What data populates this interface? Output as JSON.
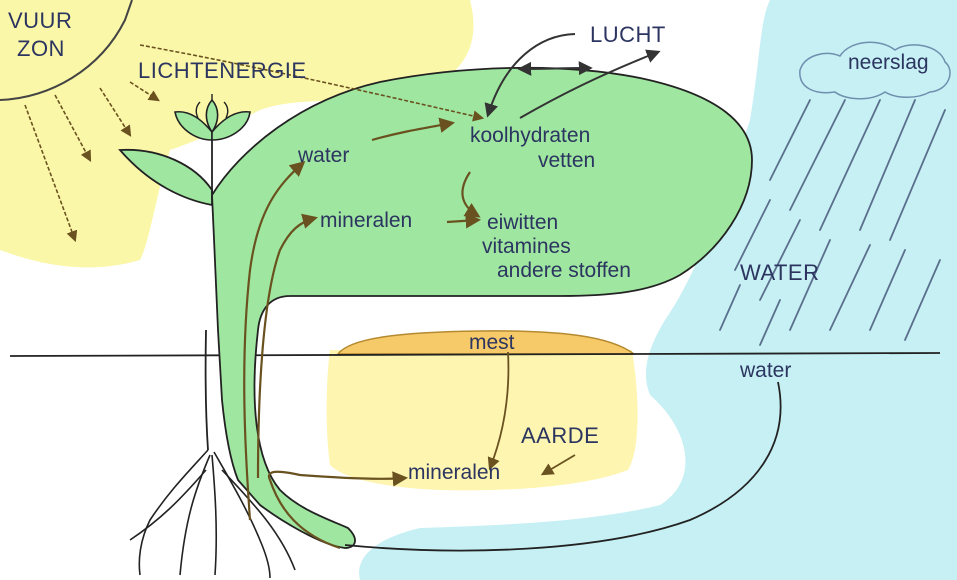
{
  "labels": {
    "vuur": "VUUR",
    "zon": "ZON",
    "lichtenergie": "LICHTENERGIE",
    "lucht": "LUCHT",
    "neerslag": "neerslag",
    "water_leaf": "water",
    "koolhydraten": "koolhydraten",
    "vetten": "vetten",
    "mineralen_leaf": "mineralen",
    "eiwitten": "eiwitten",
    "vitamines": "vitamines",
    "andere_stoffen": "andere stoffen",
    "water_big": "WATER",
    "mest": "mest",
    "water_ground": "water",
    "aarde": "AARDE",
    "mineralen_soil": "mineralen"
  },
  "colors": {
    "sun": "#fbf7a8",
    "plant": "#9fe6a0",
    "water": "#c7f0f4",
    "soil": "#fdf5b0",
    "manure": "#f6c969",
    "arrow": "#6a5220",
    "rain": "#5a6f8c",
    "text": "#2b3560"
  }
}
